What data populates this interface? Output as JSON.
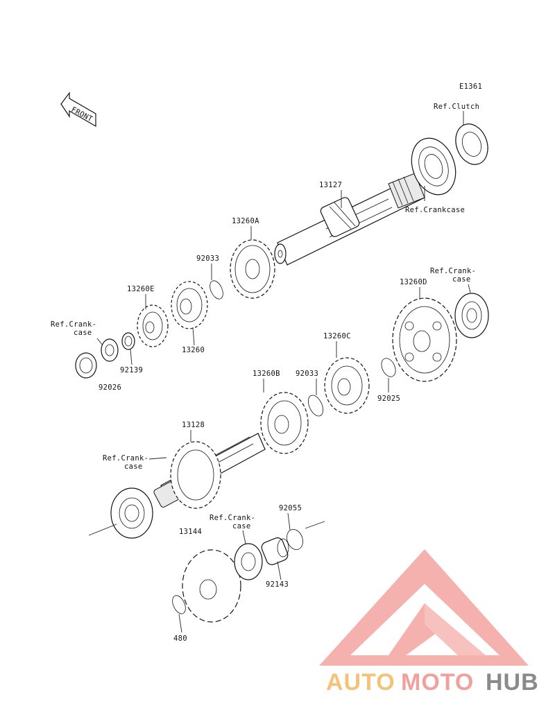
{
  "diagram_code": "E1361",
  "front_arrow_label": "FRONT",
  "labels": [
    {
      "id": "ref-clutch",
      "text": "Ref.Clutch"
    },
    {
      "id": "ref-crankcase-1",
      "text": "Ref.Crankcase"
    },
    {
      "id": "p13127",
      "text": "13127"
    },
    {
      "id": "p13260A",
      "text": "13260A"
    },
    {
      "id": "p92033a",
      "text": "92033"
    },
    {
      "id": "p13260E",
      "text": "13260E"
    },
    {
      "id": "p13260",
      "text": "13260"
    },
    {
      "id": "ref-crank-case-2a",
      "text": "Ref.Crank-"
    },
    {
      "id": "ref-crank-case-2b",
      "text": "case"
    },
    {
      "id": "p92139",
      "text": "92139"
    },
    {
      "id": "p92026",
      "text": "92026"
    },
    {
      "id": "ref-crank-case-3a",
      "text": "Ref.Crank-"
    },
    {
      "id": "ref-crank-case-3b",
      "text": "case"
    },
    {
      "id": "p13260D",
      "text": "13260D"
    },
    {
      "id": "p13260C",
      "text": "13260C"
    },
    {
      "id": "p92033b",
      "text": "92033"
    },
    {
      "id": "p92025",
      "text": "92025"
    },
    {
      "id": "p13260B",
      "text": "13260B"
    },
    {
      "id": "p13128",
      "text": "13128"
    },
    {
      "id": "ref-crank-case-4a",
      "text": "Ref.Crank-"
    },
    {
      "id": "ref-crank-case-4b",
      "text": "case"
    },
    {
      "id": "p92055",
      "text": "92055"
    },
    {
      "id": "ref-crank-case-5a",
      "text": "Ref.Crank-"
    },
    {
      "id": "ref-crank-case-5b",
      "text": "case"
    },
    {
      "id": "p13144",
      "text": "13144"
    },
    {
      "id": "p92143",
      "text": "92143"
    },
    {
      "id": "p480",
      "text": "480"
    }
  ],
  "watermark": {
    "part1": "AUTO",
    "part2": "MOTO",
    "part3": "HUB",
    "color_light": "#f5c27a",
    "color_pink": "#f1a09b",
    "color_dark": "#8a8a8a"
  }
}
